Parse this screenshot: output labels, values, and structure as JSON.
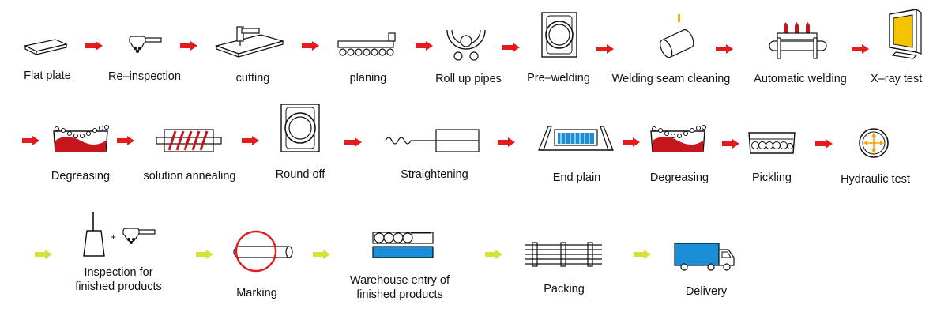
{
  "colors": {
    "arrow_red": "#e51b1b",
    "arrow_yellow": "#d6e23a",
    "accent_red": "#c4161c",
    "accent_blue": "#1a8fd8",
    "xray_yellow": "#f5c400",
    "ink": "#111111"
  },
  "steps": [
    {
      "label": "Flat plate",
      "icon": "flat-plate-icon"
    },
    {
      "label": "Re–inspection",
      "icon": "inspection-probe-icon"
    },
    {
      "label": "cutting",
      "icon": "cutting-machine-icon"
    },
    {
      "label": "planing",
      "icon": "planing-machine-icon"
    },
    {
      "label": "Roll up pipes",
      "icon": "roll-forming-icon"
    },
    {
      "label": "Pre–welding",
      "icon": "pre-welding-icon"
    },
    {
      "label": "Welding seam cleaning",
      "icon": "seam-cleaning-icon"
    },
    {
      "label": "Automatic welding",
      "icon": "automatic-welding-icon"
    },
    {
      "label": "X–ray test",
      "icon": "xray-monitor-icon"
    },
    {
      "label": "Degreasing",
      "icon": "degreasing-tank-icon"
    },
    {
      "label": "solution annealing",
      "icon": "annealing-coil-icon"
    },
    {
      "label": "Round off",
      "icon": "round-off-die-icon"
    },
    {
      "label": "Straightening",
      "icon": "straightening-icon"
    },
    {
      "label": "End plain",
      "icon": "end-plain-machine-icon"
    },
    {
      "label": "Degreasing",
      "icon": "degreasing-tank-icon"
    },
    {
      "label": "Pickling",
      "icon": "pickling-tank-icon"
    },
    {
      "label": "Hydraulic test",
      "icon": "hydraulic-gauge-icon"
    },
    {
      "label_lines": [
        "Inspection for",
        "finished products"
      ],
      "icon": "final-inspection-icon"
    },
    {
      "label": "Marking",
      "icon": "marking-icon"
    },
    {
      "label_lines": [
        "Warehouse entry of",
        "finished products"
      ],
      "icon": "warehouse-icon"
    },
    {
      "label": "Packing",
      "icon": "packing-bundle-icon"
    },
    {
      "label": "Delivery",
      "icon": "delivery-truck-icon"
    }
  ]
}
